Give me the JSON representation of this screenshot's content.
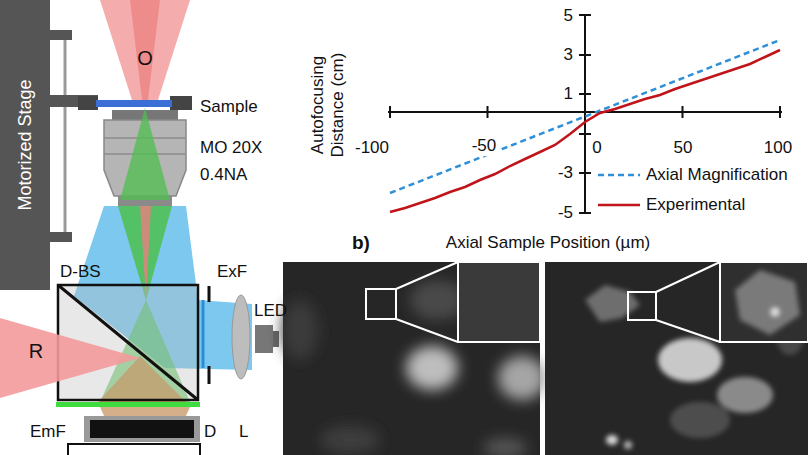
{
  "diagram": {
    "nodes": [
      {
        "text": [
          "Motorized Stage"
        ]
      },
      {
        "text": [
          "O"
        ]
      },
      {
        "text": [
          "R"
        ]
      }
    ],
    "labels": [
      "Sample",
      "MO 20X",
      "0.4NA",
      "D-BS",
      "ExF",
      "LED",
      "EmF",
      "D",
      "L",
      "5",
      "3",
      "1",
      "-3",
      "-5",
      "-100",
      "-50",
      "0",
      "50",
      "100",
      "Autofocusing Distance (cm)",
      "b)",
      "Axial Sample Position (µm)"
    ],
    "legend": [
      {
        "text": "Axial Magnification"
      },
      {
        "text": "Experimental"
      }
    ]
  }
}
